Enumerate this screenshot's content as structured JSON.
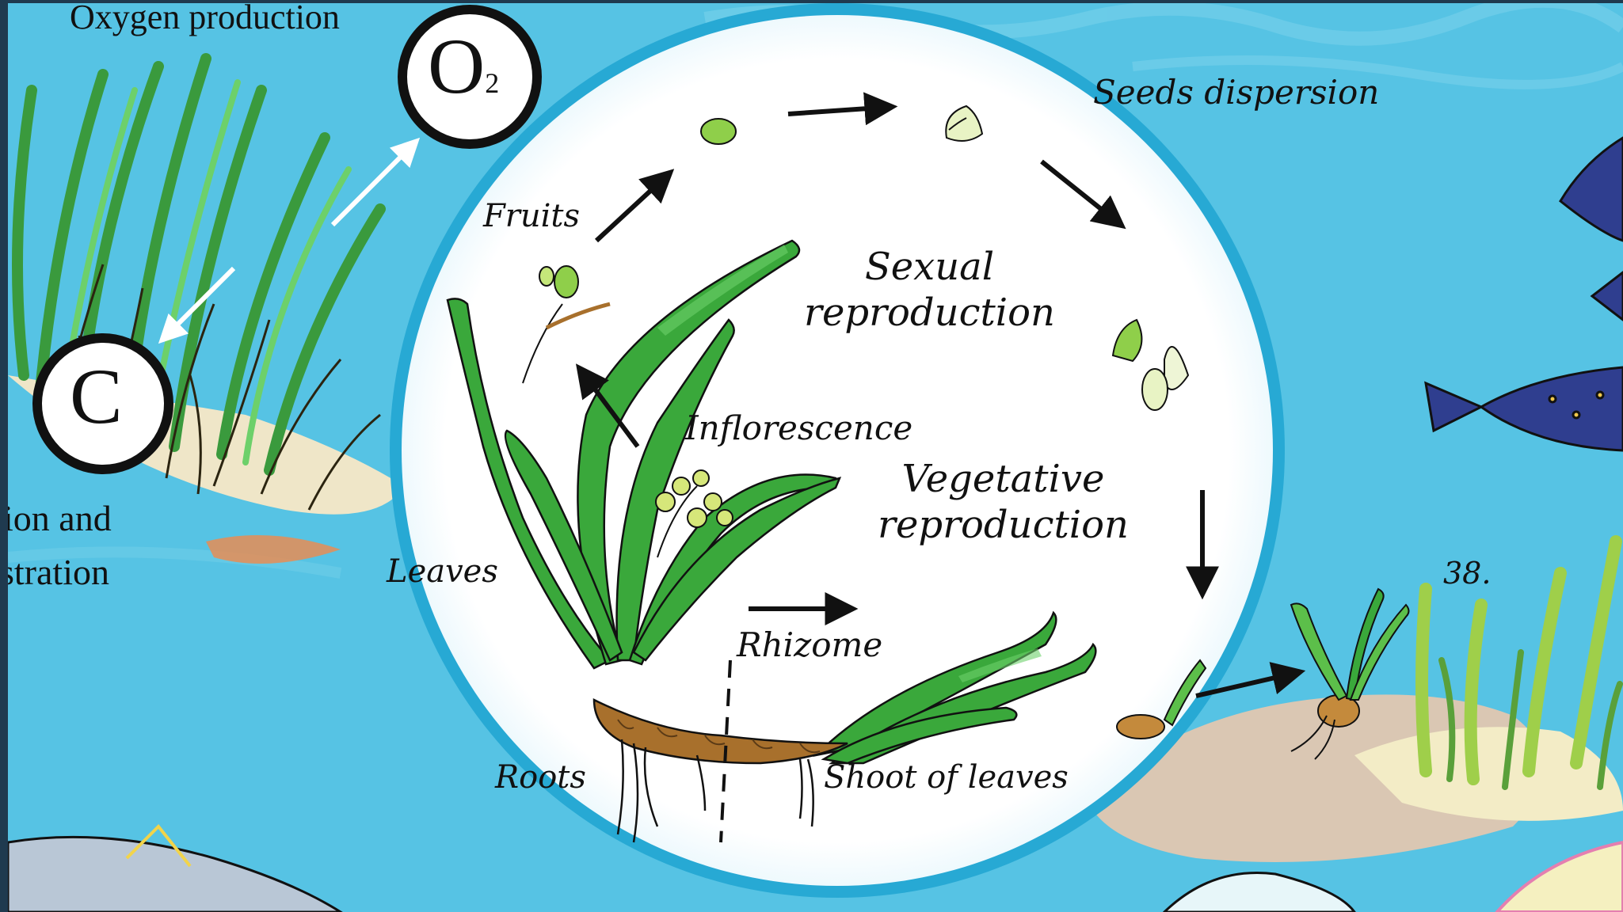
{
  "labels": {
    "oxygen_production": "Oxygen production",
    "o2_symbol": "O",
    "o2_subscript": "2",
    "carbon_symbol": "C",
    "left_cut_line1": "ion and",
    "left_cut_line2": "stration",
    "seeds_dispersion": "Seeds dispersion",
    "fruits": "Fruits",
    "sexual_reproduction_line1": "Sexual",
    "sexual_reproduction_line2": "reproduction",
    "inflorescence": "Inflorescence",
    "vegetative_reproduction_line1": "Vegetative",
    "vegetative_reproduction_line2": "reproduction",
    "leaves": "Leaves",
    "rhizome": "Rhizome",
    "roots": "Roots",
    "shoot_of_leaves": "Shoot of leaves",
    "page_number": "38."
  },
  "colors": {
    "water": "#56c3e4",
    "circle_fill": "#ffffff",
    "circle_ring": "#27a9d4",
    "seagrass_dark": "#2f8a3a",
    "seagrass_light": "#5cbf4a",
    "rhizome": "#a8702c",
    "sand": "#e7c9a4",
    "ink": "#111111",
    "fish_blue": "#2f3e8f"
  }
}
